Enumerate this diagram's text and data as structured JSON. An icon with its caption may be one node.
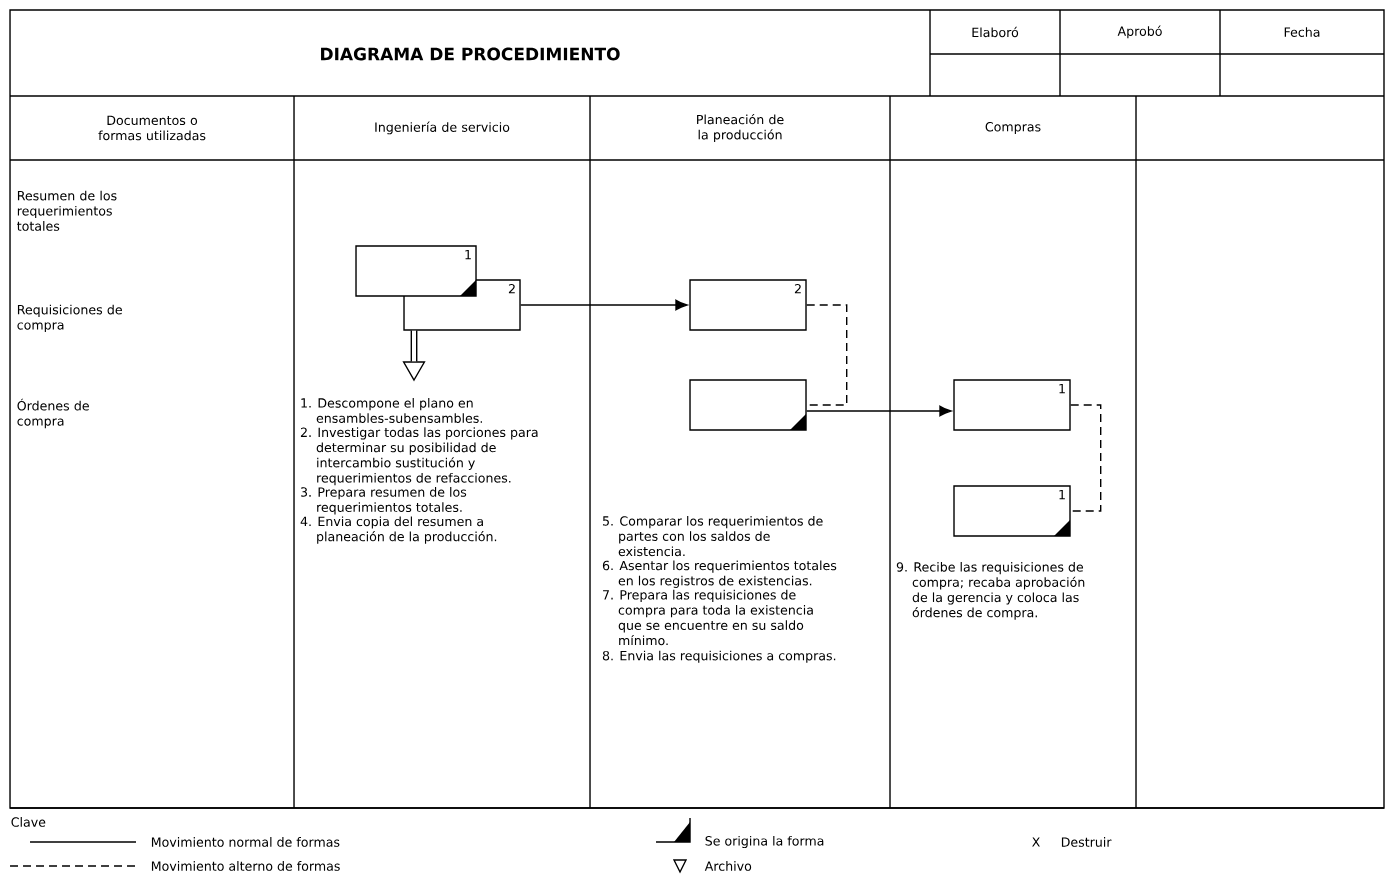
{
  "diagram": {
    "title": "DIAGRAMA DE PROCEDIMIENTO",
    "nodes": [
      {
        "text": [
          "1"
        ]
      },
      {
        "text": [
          "2"
        ]
      },
      {
        "text": [],
        "shape": "triangle"
      },
      {
        "text": [
          "2"
        ]
      },
      {
        "text": [],
        "shape": "box"
      },
      {
        "text": [
          "1"
        ]
      },
      {
        "text": [
          "1"
        ]
      }
    ],
    "edges": [
      {
        "from": 1,
        "to": 2,
        "arrow": "none",
        "style": "thick"
      },
      {
        "from": 1,
        "to": 3,
        "arrow": "to"
      },
      {
        "from": 3,
        "to": 4,
        "arrow": "none",
        "style": "dashed"
      },
      {
        "from": 4,
        "to": 5,
        "arrow": "to"
      },
      {
        "from": 5,
        "to": 6,
        "arrow": "none",
        "style": "dashed"
      }
    ],
    "labels": [
      "Elaboró",
      "Aprobó",
      "Fecha",
      "Documentos o formas utilizadas",
      "Ingeniería de servicio",
      "Planeación de la producción",
      "Compras",
      "Resumen de los requerimientos totales",
      "Requisiciones de compra",
      "Órdenes de compra",
      "1. Descompone el plano en ensambles-subensambles.",
      "2. Investigar todas las porciones para determinar su posibilidad de intercambio sustitución y requerimientos de refacciones.",
      "3. Prepara resumen de los requerimientos totales.",
      "4. Envia copia del resumen a planeación de la producción.",
      "5. Comparar los requerimientos de partes con los saldos de existencia.",
      "6. Asentar los requerimientos totales en los registros de existencias.",
      "7. Prepara las requisiciones de compra para toda la existencia que se encuentre en su saldo mínimo.",
      "8. Envia las requisiciones a compras.",
      "9. Recibe las requisiciones de compra; recaba aprobación de la gerencia y coloca las órdenes de compra.",
      "Clave",
      "X"
    ],
    "legend": [
      {
        "text": "Movimiento normal de formas"
      },
      {
        "text": "Movimiento alterno de formas"
      },
      {
        "text": "Se origina la forma"
      },
      {
        "text": "Archivo"
      },
      {
        "text": "Destruir"
      }
    ]
  }
}
